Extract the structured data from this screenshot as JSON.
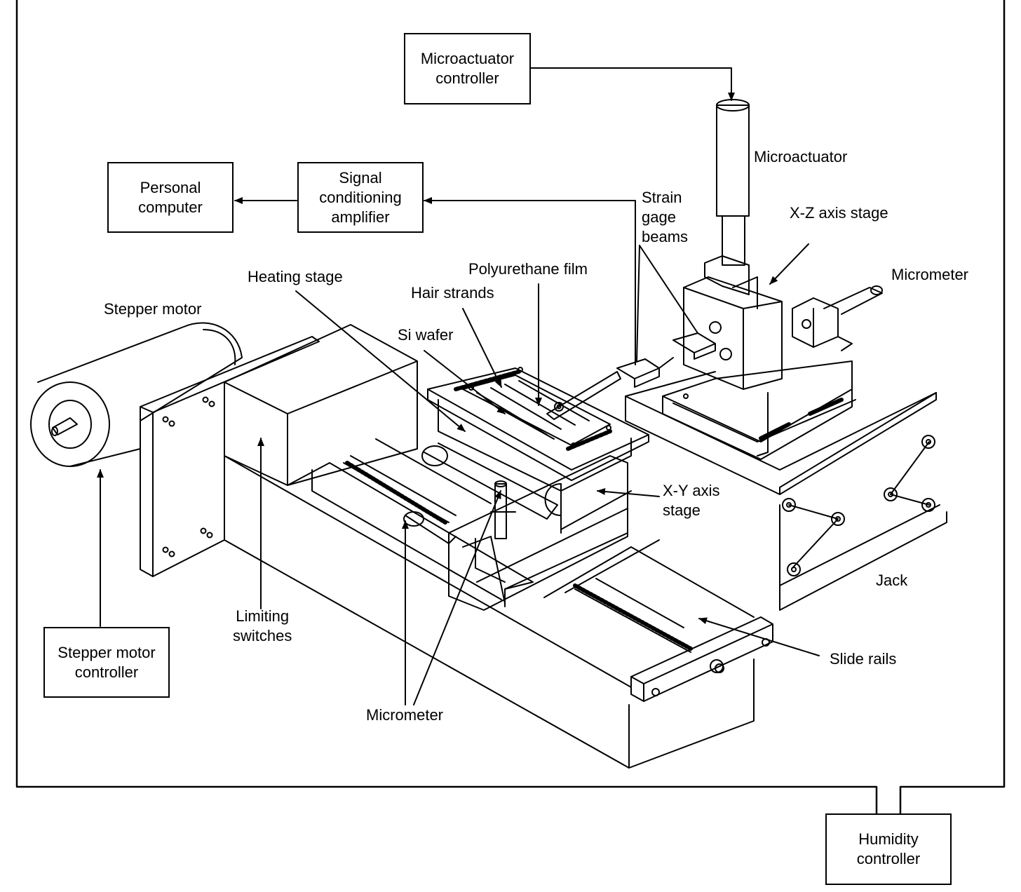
{
  "boxes": {
    "microactuator_controller": "Microactuator\ncontroller",
    "personal_computer": "Personal\ncomputer",
    "signal_amplifier": "Signal\nconditioning\namplifier",
    "stepper_motor_controller": "Stepper motor\ncontroller",
    "humidity_controller": "Humidity\ncontroller"
  },
  "labels": {
    "microactuator": "Microactuator",
    "strain_gage_beams": "Strain\ngage\nbeams",
    "xz_axis_stage": "X-Z axis stage",
    "micrometer_right": "Micrometer",
    "heating_stage": "Heating stage",
    "polyurethane_film": "Polyurethane film",
    "hair_strands": "Hair strands",
    "si_wafer": "Si wafer",
    "stepper_motor": "Stepper motor",
    "xy_axis_stage": "X-Y axis\nstage",
    "jack": "Jack",
    "limiting_switches": "Limiting\nswitches",
    "slide_rails": "Slide rails",
    "micrometer_bottom": "Micrometer"
  },
  "colors": {
    "line": "#000000",
    "background": "#ffffff"
  }
}
